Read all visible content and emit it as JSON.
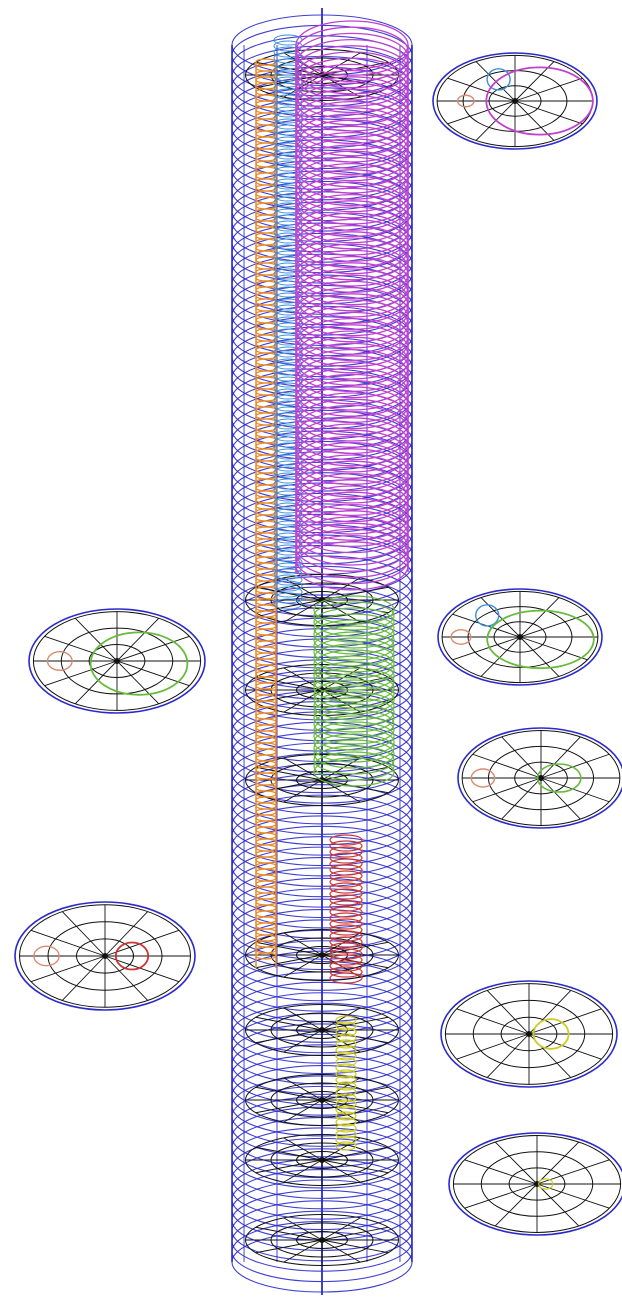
{
  "colors": {
    "shell": "#2a2acc",
    "grid": "#111111",
    "orange": "#e98a2a",
    "blue": "#3a8fd8",
    "magenta": "#c040d0",
    "green": "#66bb3a",
    "red": "#cc3333",
    "yellow": "#cccc22",
    "salmon": "#d98b6e"
  },
  "main_column": {
    "ring_count": 118,
    "vertical_segments": 12,
    "inner_grids": 9
  },
  "cross_sections": {
    "count": 7,
    "ring_levels": 3,
    "spokes": 12
  },
  "embedded_elements": [
    {
      "name": "orange-conduit",
      "color": "orange"
    },
    {
      "name": "blue-conduit",
      "color": "blue"
    },
    {
      "name": "magenta-coil",
      "color": "magenta"
    },
    {
      "name": "green-coil",
      "color": "green"
    },
    {
      "name": "red-coil",
      "color": "red"
    },
    {
      "name": "yellow-coil",
      "color": "yellow"
    }
  ]
}
